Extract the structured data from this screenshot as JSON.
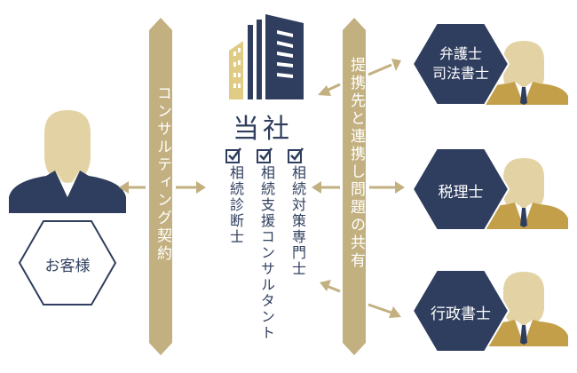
{
  "company": {
    "name": "当社"
  },
  "contract_label": "コンサルティング契約",
  "cooperation_label": "提携先と連携し問題の共有",
  "qualifications": [
    "相続対策専門士",
    "相続支援コンサルタント",
    "相続診断士"
  ],
  "customer": {
    "label": "お客様"
  },
  "partners": [
    {
      "label_line1": "弁護士",
      "label_line2": "司法書士"
    },
    {
      "label_line1": "税理士"
    },
    {
      "label_line1": "行政書士"
    }
  ],
  "colors": {
    "navy": "#2f3e5e",
    "gold": "#c3b080",
    "tan": "#e3d3a4",
    "partner_gold": "#c39f49"
  }
}
